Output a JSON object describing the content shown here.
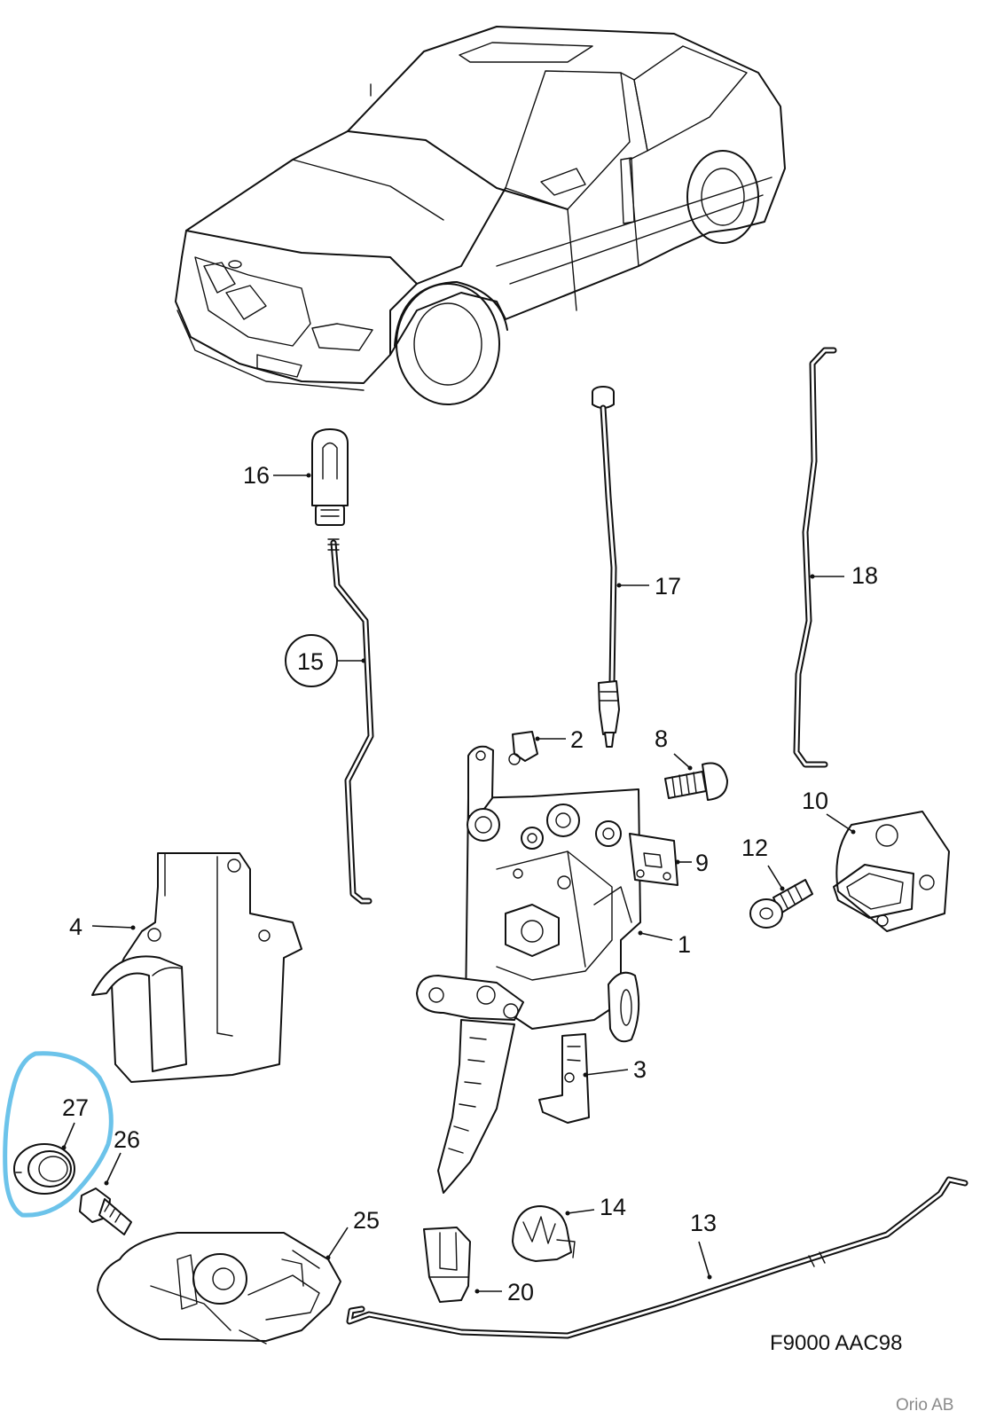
{
  "diagram": {
    "reference_code": "F9000 AAC98",
    "copyright": "Orio AB",
    "highlight_color": "#6cc3ea",
    "callouts": {
      "c1": "1",
      "c2": "2",
      "c3": "3",
      "c4": "4",
      "c8": "8",
      "c9": "9",
      "c10": "10",
      "c12": "12",
      "c13": "13",
      "c14": "14",
      "c15": "15",
      "c16": "16",
      "c17": "17",
      "c18": "18",
      "c20": "20",
      "c25": "25",
      "c26": "26",
      "c27": "27"
    }
  }
}
